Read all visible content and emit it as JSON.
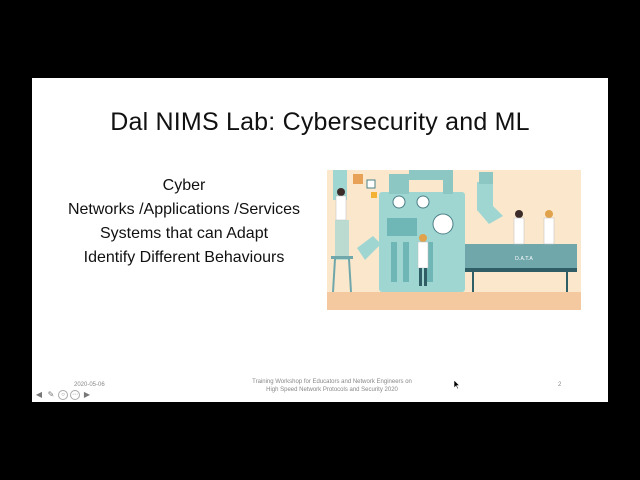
{
  "slide": {
    "title": "Dal NIMS Lab: Cybersecurity and ML",
    "bullets": [
      "Cyber",
      "Networks /Applications /Services",
      "Systems that can Adapt",
      "Identify Different Behaviours"
    ],
    "illustration_label": "D.A.T.A"
  },
  "footer": {
    "date": "2020-05-06",
    "center_line1": "Training Workshop for Educators and Network Engineers on",
    "center_line2": "High Speed Network Protocols and Security 2020",
    "page_number": "2"
  },
  "toolbar": {
    "icons": [
      "prev-arrow-icon",
      "pen-icon",
      "zoom-icon",
      "more-icon",
      "next-arrow-icon"
    ]
  },
  "colors": {
    "background": "#000000",
    "slide": "#ffffff",
    "illustration_bg": "#fbe8cc",
    "machine_teal": "#9fd6d2"
  }
}
